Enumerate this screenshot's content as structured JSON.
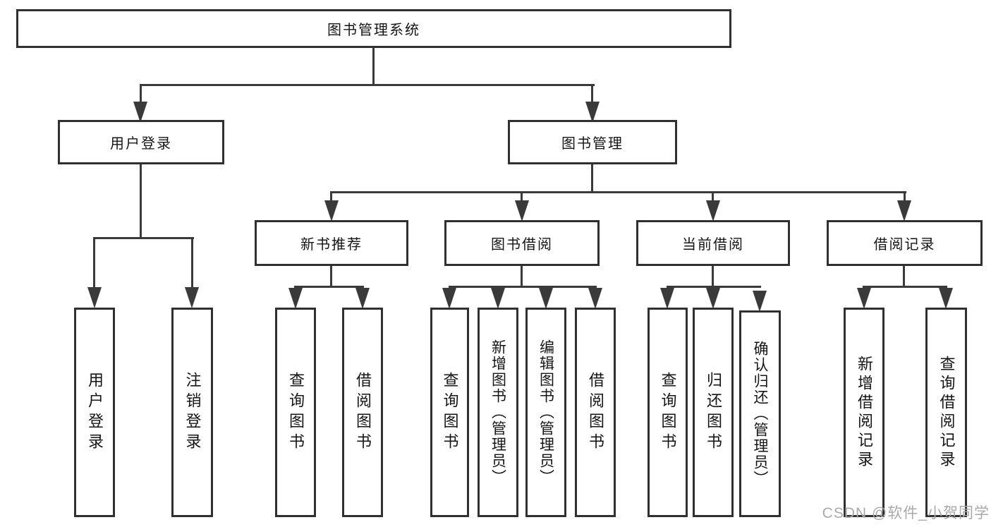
{
  "diagram_title": "图书管理系统",
  "watermark": "CSDN @软件_小贺同学",
  "colors": {
    "background": "#ffffff",
    "line": "#3a3a3a",
    "box_border": "#303030",
    "text": "#151515",
    "watermark": "#a9a9a9"
  },
  "nodes": {
    "root": "图书管理系统",
    "user_login": "用户登录",
    "book_mgmt": "图书管理",
    "new_book_rec": "新书推荐",
    "book_borrow": "图书借阅",
    "current_borrow": "当前借阅",
    "borrow_record": "借阅记录",
    "leaf_user_login": "用户登录",
    "leaf_logout": "注销登录",
    "leaf_query_book_a": "查询图书",
    "leaf_borrow_book_a": "借阅图书",
    "leaf_query_book_b": "查询图书",
    "leaf_add_book": "新增图书（管理员）",
    "leaf_edit_book": "编辑图书（管理员）",
    "leaf_borrow_book_b": "借阅图书",
    "leaf_query_book_c": "查询图书",
    "leaf_return_book": "归还图书",
    "leaf_confirm_return": "确认归还（管理员）",
    "leaf_add_record": "新增借阅记录",
    "leaf_query_record": "查询借阅记录"
  },
  "hierarchy": {
    "图书管理系统": {
      "用户登录": [
        "用户登录",
        "注销登录"
      ],
      "图书管理": {
        "新书推荐": [
          "查询图书",
          "借阅图书"
        ],
        "图书借阅": [
          "查询图书",
          "新增图书（管理员）",
          "编辑图书（管理员）",
          "借阅图书"
        ],
        "当前借阅": [
          "查询图书",
          "归还图书",
          "确认归还（管理员）"
        ],
        "借阅记录": [
          "新增借阅记录",
          "查询借阅记录"
        ]
      }
    }
  }
}
